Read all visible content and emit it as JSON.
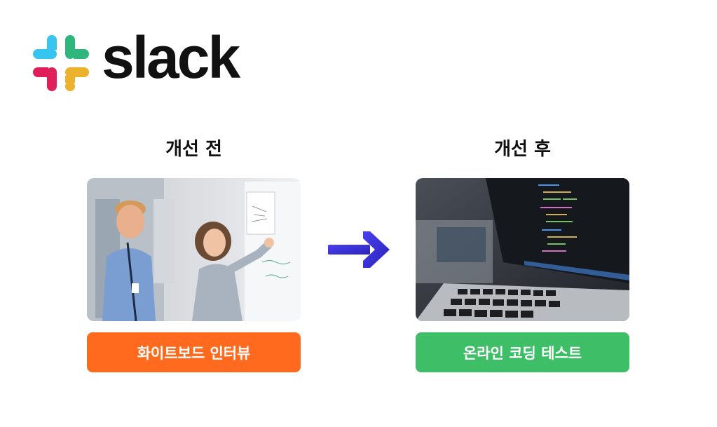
{
  "brand": {
    "name": "slack"
  },
  "before": {
    "title": "개선 전",
    "label": "화이트보드 인터뷰",
    "color": "#FF6A1F"
  },
  "after": {
    "title": "개선 후",
    "label": "온라인 코딩 테스트",
    "color": "#3DBE67"
  },
  "arrow": {
    "icon": "right-arrow-icon",
    "color": "#3B34DB"
  }
}
